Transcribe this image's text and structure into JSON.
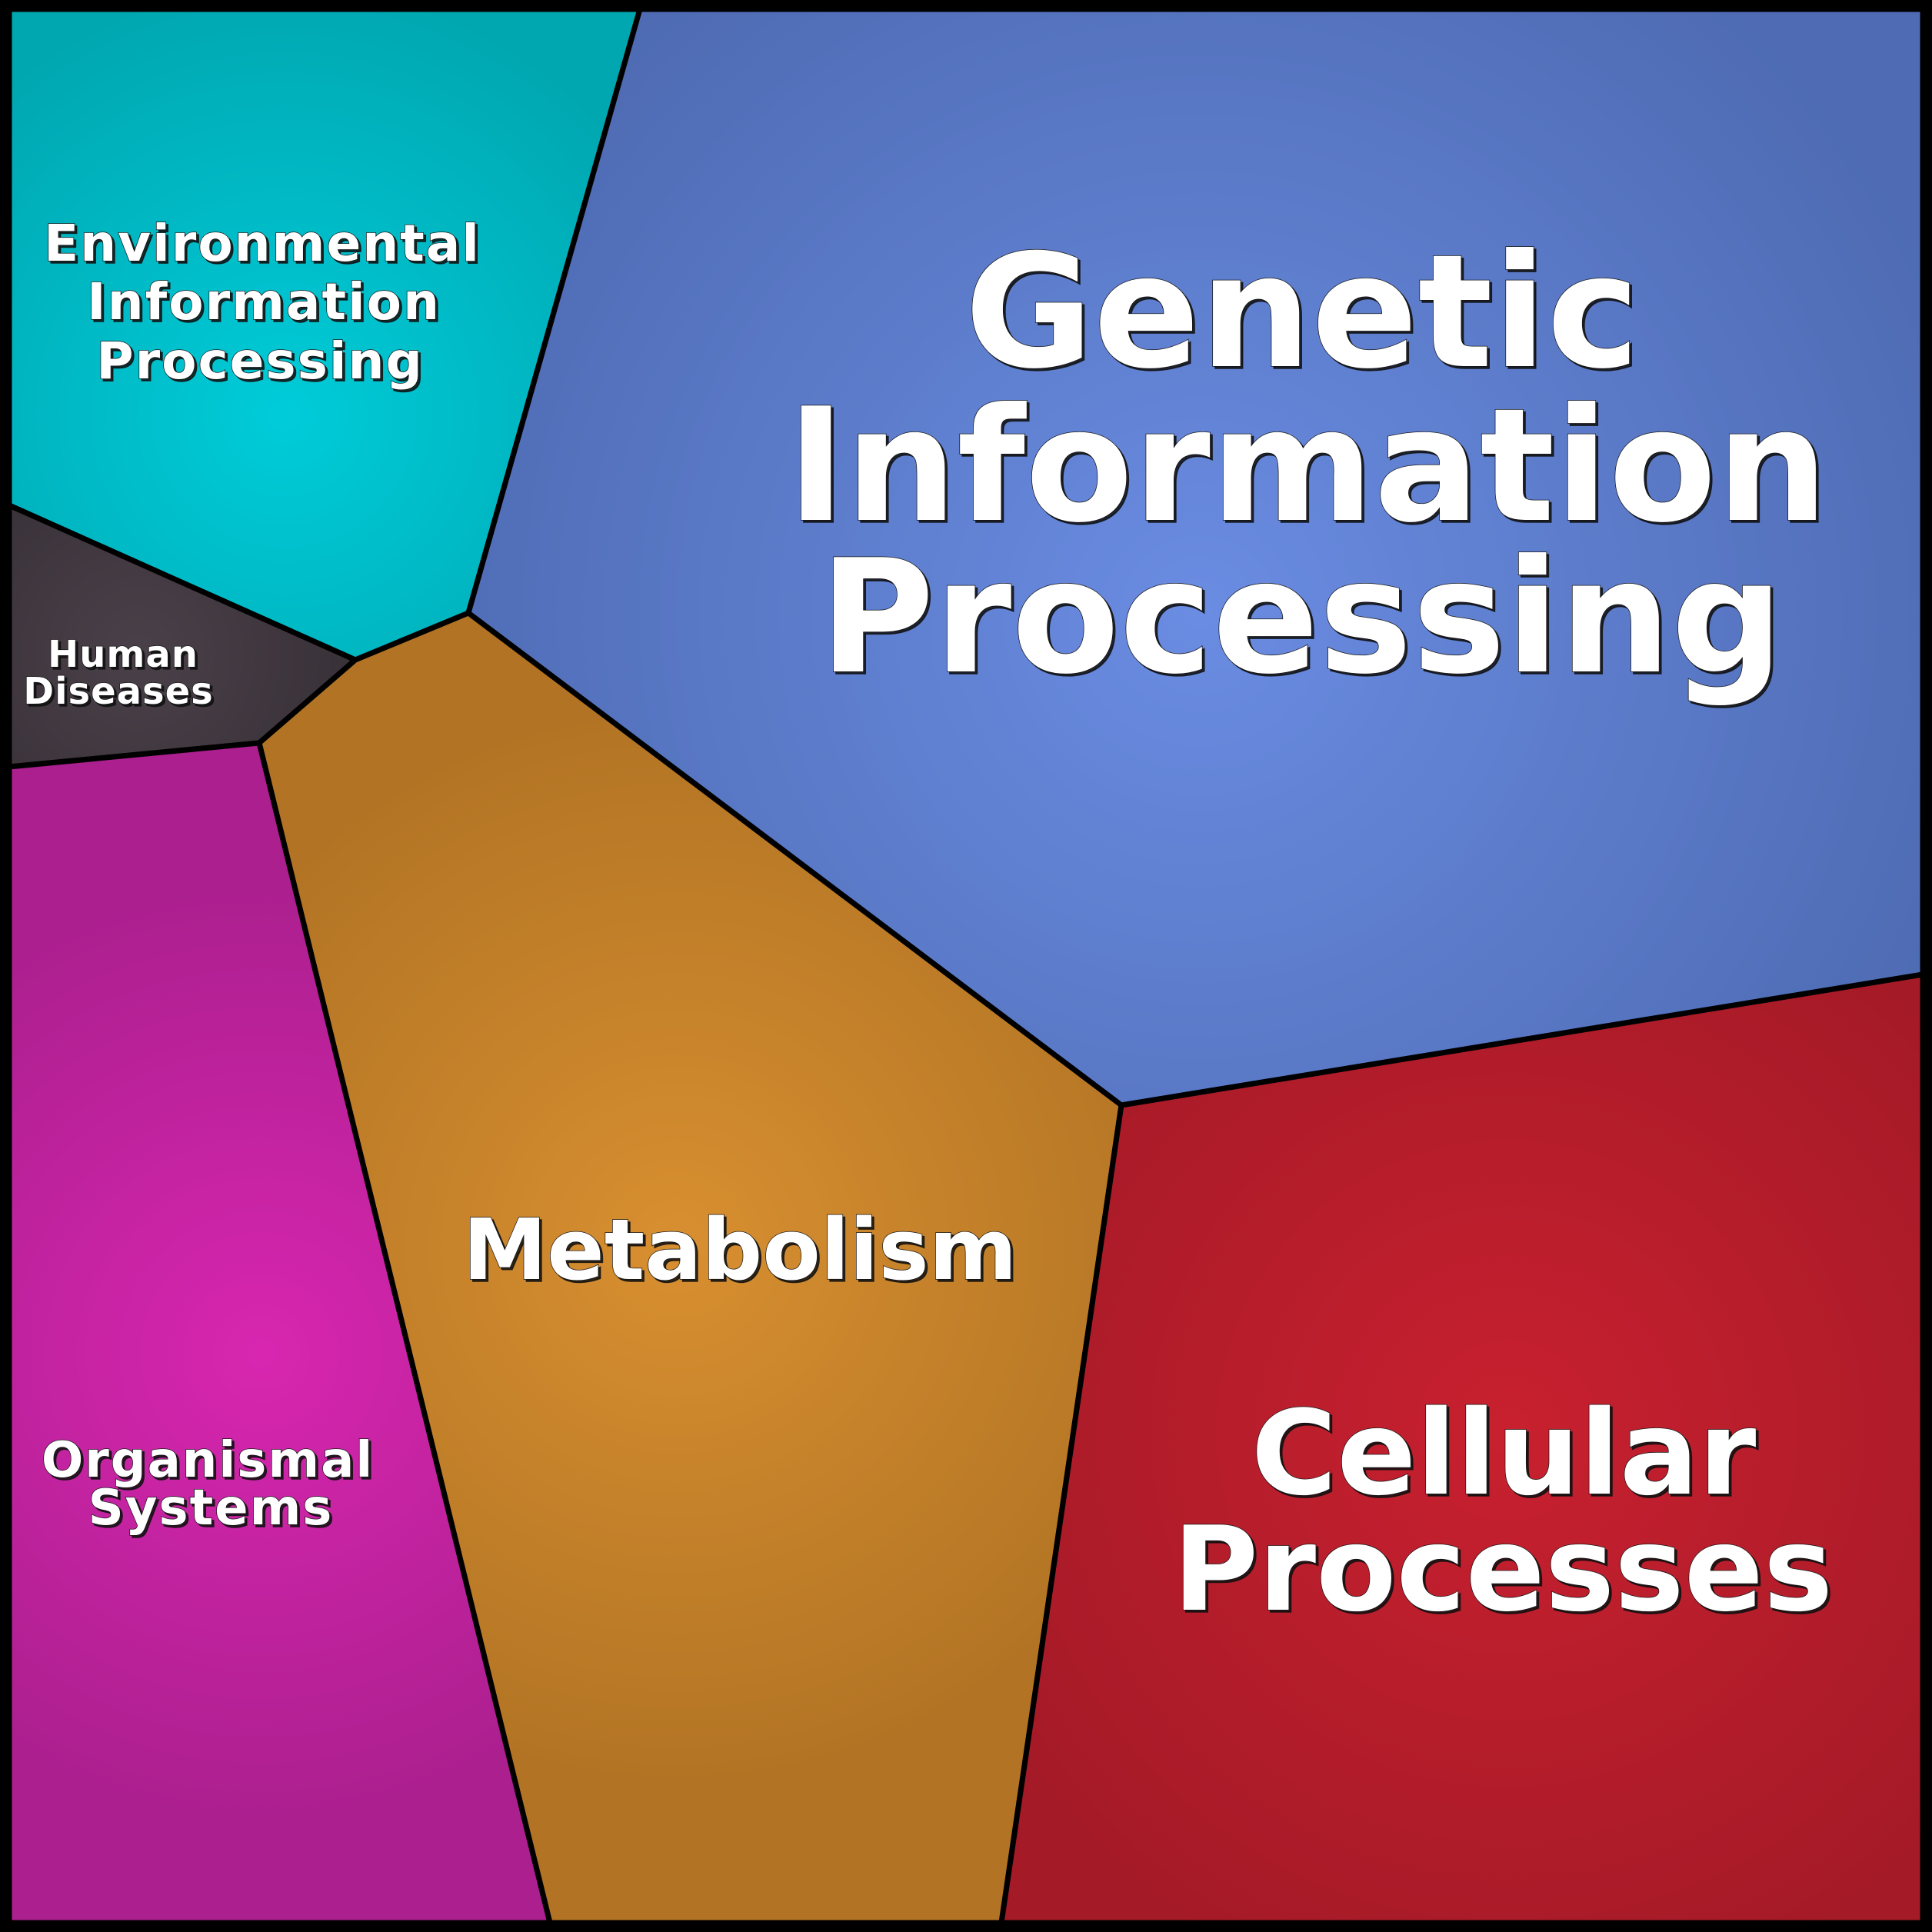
{
  "regions": [
    {
      "id": "environmental",
      "label_lines": [
        "Environmental",
        "Information",
        "Processing"
      ],
      "color_center": "#00ccd9",
      "color_edge": "#00a7b1"
    },
    {
      "id": "genetic",
      "label_lines": [
        "Genetic",
        "Information",
        "Processing"
      ],
      "color_center": "#6a8ce2",
      "color_edge": "#4e6bb3"
    },
    {
      "id": "human",
      "label_lines": [
        "Human",
        "Diseases"
      ],
      "color_center": "#4a4049",
      "color_edge": "#3a3239"
    },
    {
      "id": "metabolism",
      "label_lines": [
        "Metabolism"
      ],
      "color_center": "#d88f30",
      "color_edge": "#b27424"
    },
    {
      "id": "organismal",
      "label_lines": [
        "Organismal",
        "Systems"
      ],
      "color_center": "#d826b0",
      "color_edge": "#ab1f8e"
    },
    {
      "id": "cellular",
      "label_lines": [
        "Cellular",
        "Processes"
      ],
      "color_center": "#c8202f",
      "color_edge": "#a51a27"
    }
  ],
  "colors": {
    "border": "#000000",
    "text": "#ffffff"
  }
}
